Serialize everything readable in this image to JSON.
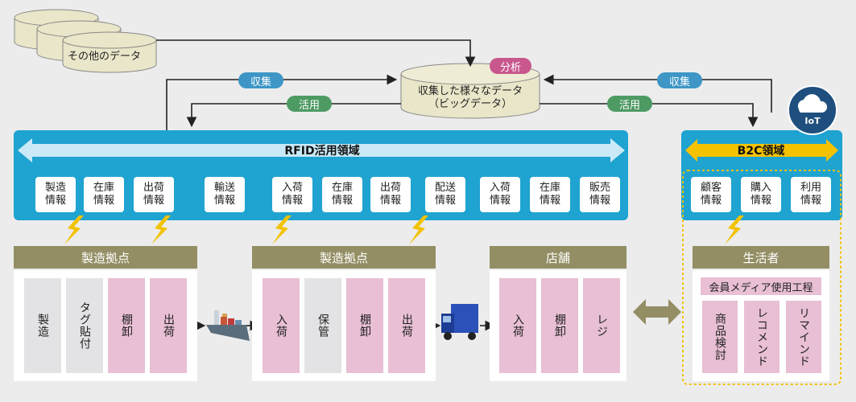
{
  "other_data": "その他のデータ",
  "big_data": {
    "line1": "収集した様々なデータ",
    "line2": "（ビッグデータ）"
  },
  "badges": {
    "analysis": "分析",
    "collect": "収集",
    "use": "活用"
  },
  "iot": "IoT",
  "rfid_area": {
    "title": "RFID活用領域",
    "info": [
      [
        "製造",
        "情報"
      ],
      [
        "在庫",
        "情報"
      ],
      [
        "出荷",
        "情報"
      ],
      [
        "輸送",
        "情報"
      ],
      [
        "入荷",
        "情報"
      ],
      [
        "在庫",
        "情報"
      ],
      [
        "出荷",
        "情報"
      ],
      [
        "配送",
        "情報"
      ],
      [
        "入荷",
        "情報"
      ],
      [
        "在庫",
        "情報"
      ],
      [
        "販売",
        "情報"
      ]
    ]
  },
  "b2c_area": {
    "title": "B2C領域",
    "info": [
      [
        "顧客",
        "情報"
      ],
      [
        "購入",
        "情報"
      ],
      [
        "利用",
        "情報"
      ]
    ]
  },
  "sites": {
    "factory1": "製造拠点",
    "factory2": "製造拠点",
    "store": "店舗",
    "consumer": "生活者"
  },
  "process": {
    "factory1": [
      "製造",
      "タグ貼付",
      "棚卸",
      "出荷"
    ],
    "factory2": [
      "入荷",
      "保管",
      "棚卸",
      "出荷"
    ],
    "store": [
      "入荷",
      "棚卸",
      "レジ"
    ]
  },
  "consumer": {
    "media_usage": "会員メディア使用工程",
    "steps": [
      "商品検討",
      "レコメンド",
      "リマインド"
    ]
  },
  "colors": {
    "rfid_blue": "#1fa3d1",
    "olive": "#938e64",
    "pink": "#e8bfd4",
    "gray": "#e3e3e5",
    "b2c_yellow": "#f5c200"
  }
}
